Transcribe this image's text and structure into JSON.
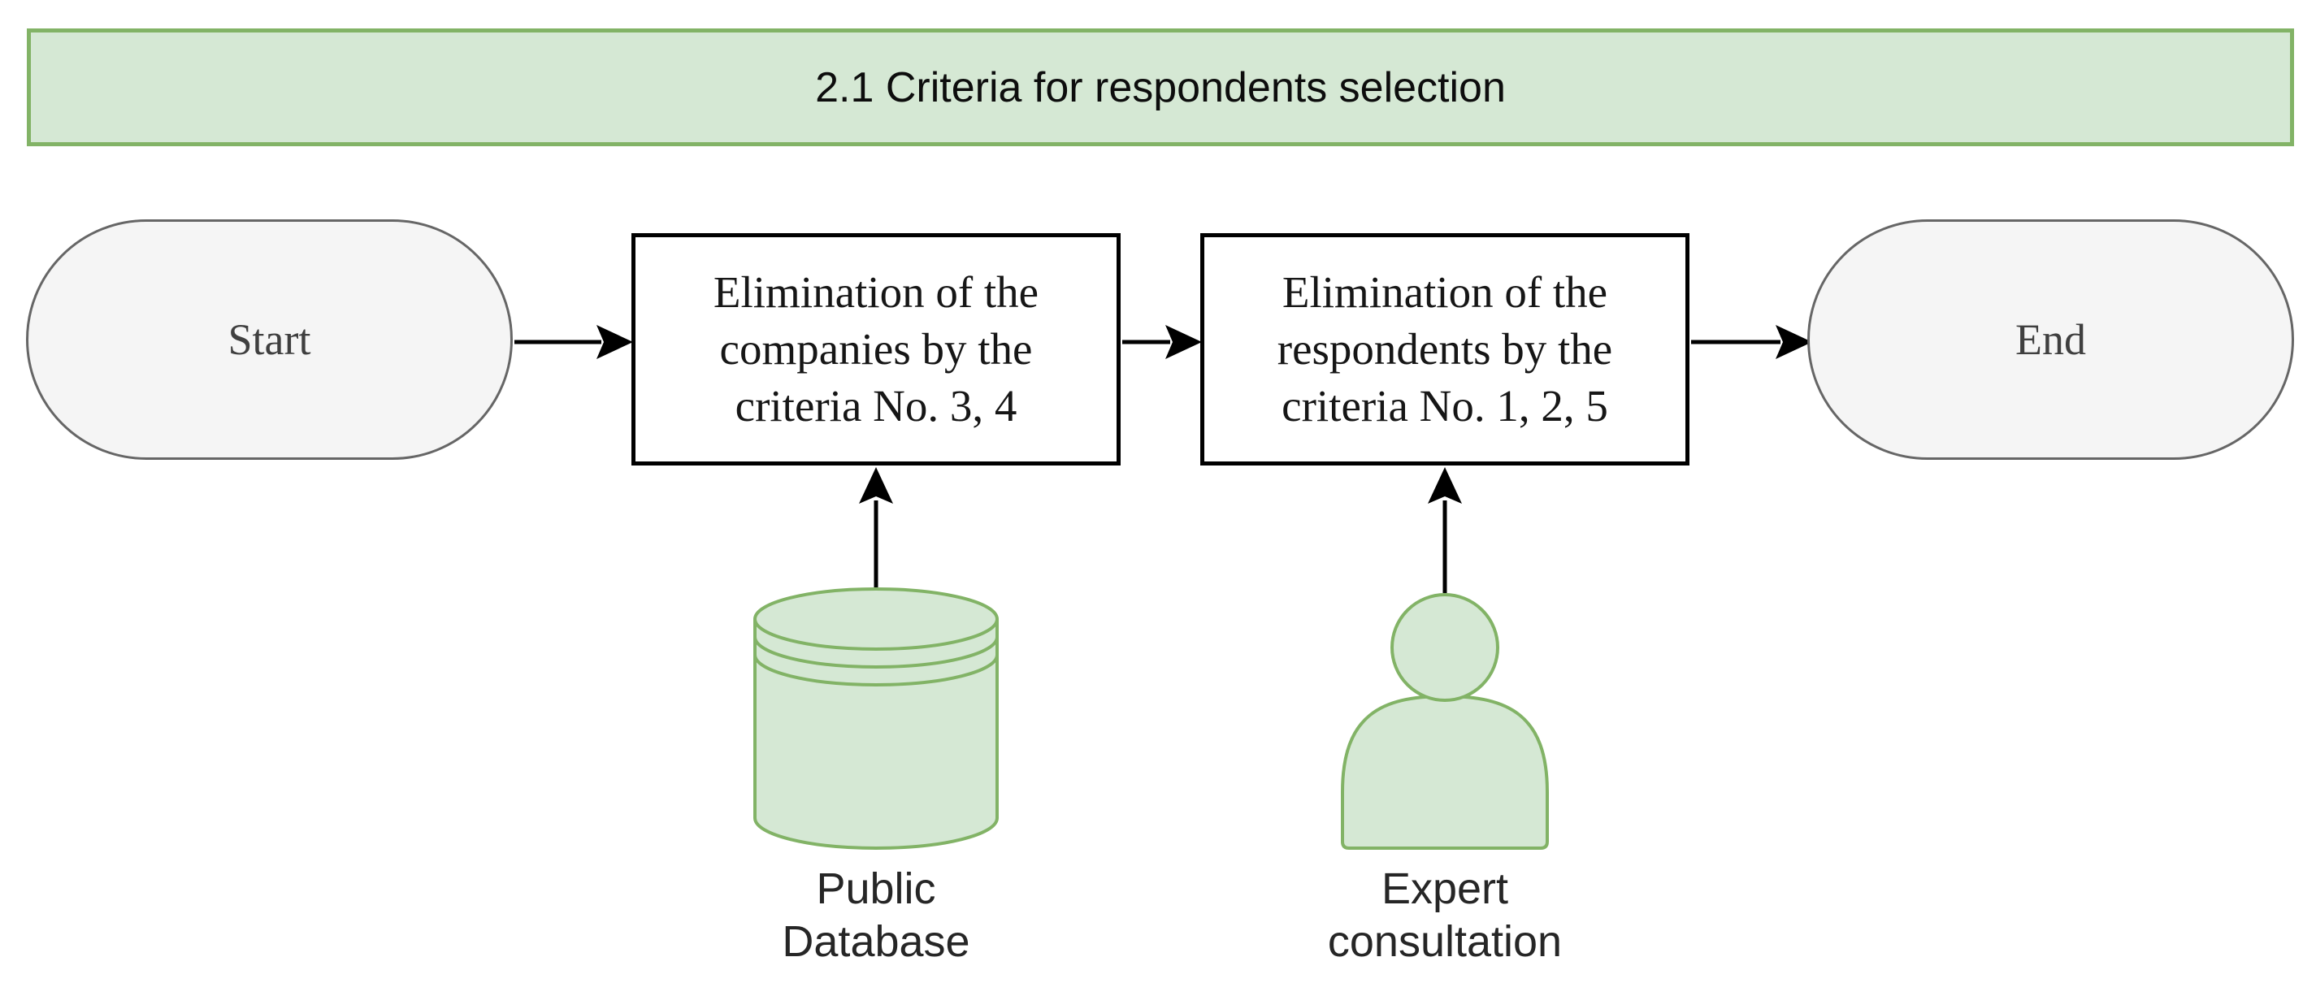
{
  "banner": {
    "title": "2.1 Criteria for respondents selection"
  },
  "flow": {
    "start": {
      "label": "Start"
    },
    "process1": {
      "lines": [
        "Elimination of the",
        "companies by the",
        "criteria No. 3, 4"
      ]
    },
    "process2": {
      "lines": [
        "Elimination of the",
        "respondents by the",
        "criteria No. 1, 2, 5"
      ]
    },
    "end": {
      "label": "End"
    }
  },
  "inputs": {
    "database": {
      "icon": "database-cylinder-icon",
      "lines": [
        "Public",
        "Database"
      ]
    },
    "expert": {
      "icon": "person-icon",
      "lines": [
        "Expert",
        "consultation"
      ]
    }
  },
  "colors": {
    "banner_fill": "#D5E8D4",
    "banner_border": "#82B366",
    "terminal_fill": "#F5F5F5",
    "terminal_border": "#666666",
    "process_border": "#000000",
    "icon_fill": "#D5E8D4",
    "icon_stroke": "#82B366",
    "arrow": "#000000"
  }
}
